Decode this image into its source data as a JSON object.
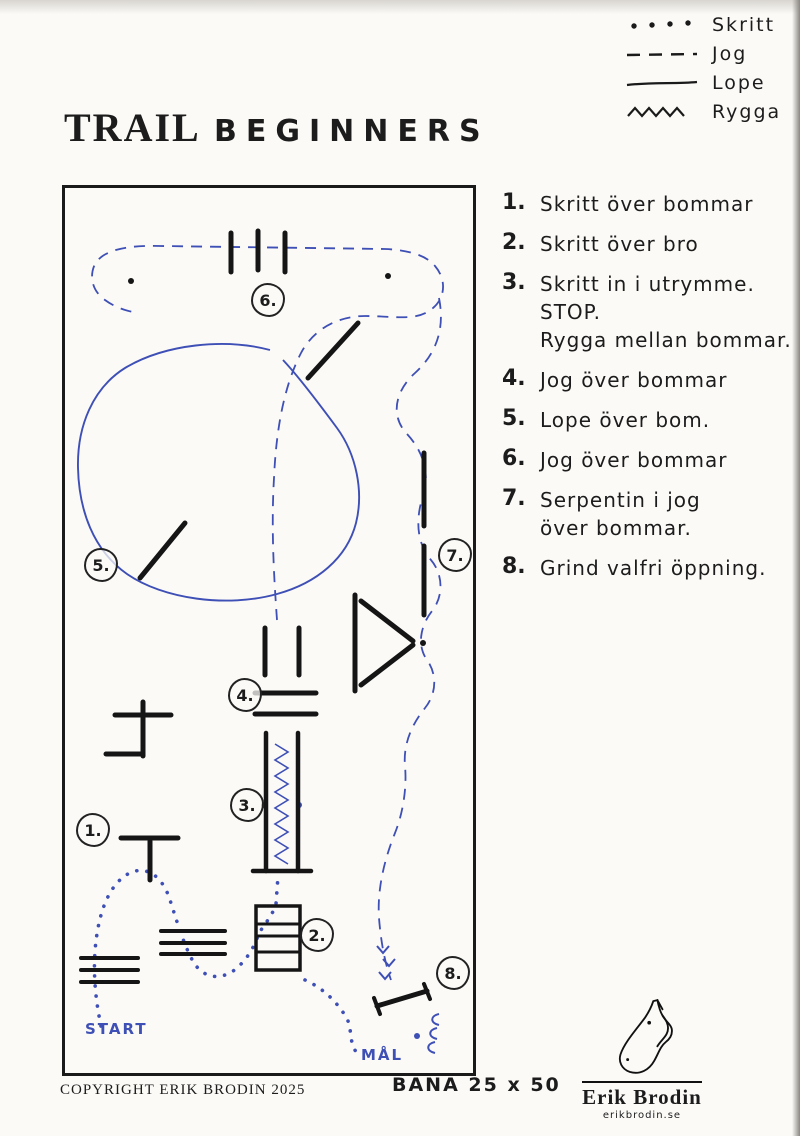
{
  "header": {
    "title": "TRAIL",
    "subtitle": "BEGINNERS"
  },
  "legend": {
    "items": [
      {
        "style": "dots",
        "label": "Skritt"
      },
      {
        "style": "dashed",
        "label": "Jog"
      },
      {
        "style": "solid",
        "label": "Lope"
      },
      {
        "style": "zigzag",
        "label": "Rygga"
      }
    ]
  },
  "instructions": [
    {
      "num": "1.",
      "lines": [
        "Skritt  över  bommar"
      ]
    },
    {
      "num": "2.",
      "lines": [
        "Skritt  över  bro"
      ]
    },
    {
      "num": "3.",
      "lines": [
        "Skritt in i utrymme.",
        "STOP.",
        "Rygga mellan bommar."
      ]
    },
    {
      "num": "4.",
      "lines": [
        "Jog  över  bommar"
      ]
    },
    {
      "num": "5.",
      "lines": [
        "Lope  över  bom."
      ]
    },
    {
      "num": "6.",
      "lines": [
        "Jog  över  bommar"
      ]
    },
    {
      "num": "7.",
      "lines": [
        "Serpentin i jog",
        "över bommar."
      ]
    },
    {
      "num": "8.",
      "lines": [
        "Grind  valfri  öppning."
      ]
    }
  ],
  "arena": {
    "markers": [
      "1.",
      "2.",
      "3.",
      "4.",
      "5.",
      "6.",
      "7.",
      "8."
    ],
    "start": "START",
    "goal": "MÅL"
  },
  "footer": {
    "copyright": "COPYRIGHT ERIK BRODIN 2025",
    "bana": "BANA  25 x 50"
  },
  "logo": {
    "name": "Erik Brodin",
    "site": "erikbrodin.se"
  },
  "colors": {
    "ink": "#1a1a1a",
    "path_blue": "#3e4fb5",
    "paper": "#fbfaf7"
  }
}
